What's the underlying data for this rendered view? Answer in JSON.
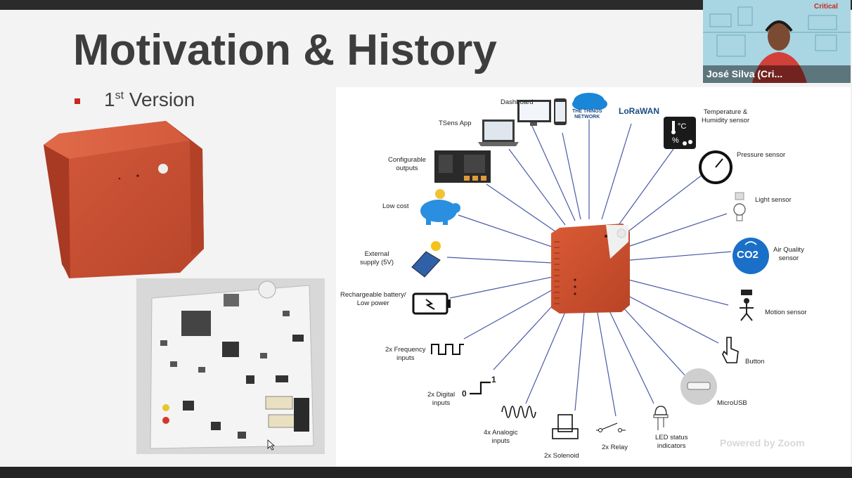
{
  "slide": {
    "title": "Motivation & History",
    "bullet_main": "1",
    "bullet_sup": "st",
    "bullet_rest": " Version"
  },
  "diagram": {
    "labels": {
      "dashboard": "Dashboard",
      "the_things_1": "THE THINGS",
      "the_things_2": "NETWORK",
      "lorawan": "LoRaWAN",
      "temp_hum_1": "Temperature &",
      "temp_hum_2": "Humidity sensor",
      "temp_glyph_1": "°C",
      "temp_glyph_2": "%",
      "tsens_app": "TSens App",
      "pressure": "Pressure sensor",
      "configurable_1": "Configurable",
      "configurable_2": "outputs",
      "light": "Light sensor",
      "low_cost": "Low cost",
      "air_quality_1": "Air Quality",
      "air_quality_2": "sensor",
      "co2": "CO2",
      "external_1": "External",
      "external_2": "supply (5V)",
      "battery_1": "Rechargeable battery/",
      "battery_2": "Low power",
      "motion": "Motion sensor",
      "freq_1": "2x Frequency",
      "freq_2": "inputs",
      "button": "Button",
      "digital_1": "2x Digital",
      "digital_2": "inputs",
      "digital_0": "0",
      "digital_1v": "1",
      "microusb": "MicroUSB",
      "analogic_1": "4x Analogic",
      "analogic_2": "inputs",
      "solenoid": "2x Solenoid",
      "relay": "2x Relay",
      "led_1": "LED status",
      "led_2": "indicators"
    }
  },
  "video": {
    "participant_name": "José Silva (Cri...",
    "brand": "Critical"
  },
  "zoom_watermark": "Powered by Zoom",
  "colors": {
    "accent_red": "#c8281e",
    "device_orange": "#d4502f",
    "spoke_blue": "#4a5aa8"
  }
}
